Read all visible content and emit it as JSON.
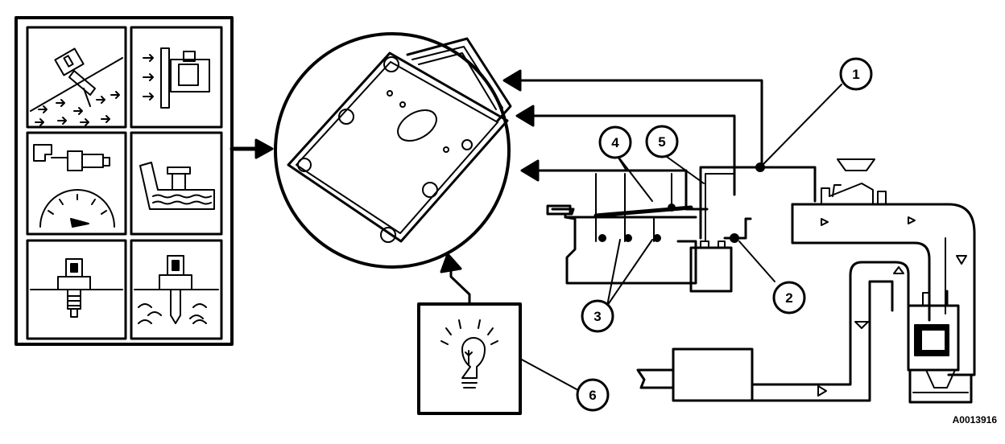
{
  "figure_id": "A0013916",
  "callouts": [
    {
      "id": "1",
      "label": "1"
    },
    {
      "id": "2",
      "label": "2"
    },
    {
      "id": "3",
      "label": "3"
    },
    {
      "id": "4",
      "label": "4"
    },
    {
      "id": "5",
      "label": "5"
    },
    {
      "id": "6",
      "label": "6"
    }
  ],
  "colors": {
    "ink": "#000000",
    "paper": "#ffffff"
  },
  "icons": [
    "air-temperature-sensor-icon",
    "mass-airflow-sensor-icon",
    "oil-pressure-gauge-icon",
    "fuel-tank-sender-icon",
    "switch-sensor-icon",
    "coolant-temperature-sensor-icon",
    "warning-lamp-icon"
  ]
}
